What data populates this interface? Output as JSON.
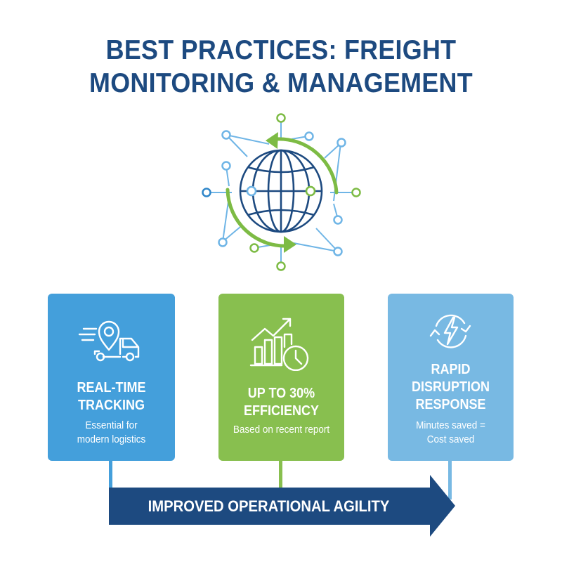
{
  "title": {
    "line1": "BEST PRACTICES: FREIGHT",
    "line2": "MONITORING & MANAGEMENT"
  },
  "hero": {
    "icon": "globe-network-cycle-icon"
  },
  "colors": {
    "navy": "#1d4a80",
    "blue": "#449fdb",
    "green": "#88bf4f",
    "light_blue": "#78b9e3",
    "white": "#ffffff"
  },
  "cards": [
    {
      "icon": "truck-location-pin-icon",
      "heading_line1": "REAL-TIME",
      "heading_line2": "TRACKING",
      "sub_line1": "Essential for",
      "sub_line2": "modern logistics",
      "color": "#449fdb"
    },
    {
      "icon": "chart-growth-clock-icon",
      "heading_line1": "UP TO 30%",
      "heading_line2": "EFFICIENCY",
      "sub_line1": "Based on recent report",
      "color": "#88bf4f"
    },
    {
      "icon": "lightning-cycle-icon",
      "heading_line1": "RAPID",
      "heading_line2": "DISRUPTION",
      "heading_line3": "RESPONSE",
      "sub_line1": "Minutes saved =",
      "sub_line2": "Cost saved",
      "color": "#78b9e3"
    }
  ],
  "arrow": {
    "label": "IMPROVED OPERATIONAL AGILITY",
    "color": "#1d4a80"
  }
}
